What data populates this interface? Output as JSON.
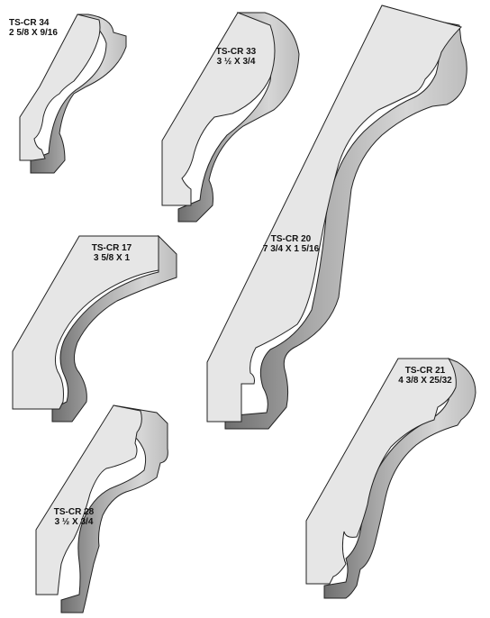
{
  "profiles": [
    {
      "id": "ts-cr-34",
      "code": "TS-CR 34",
      "size": "2 5/8 X 9/16"
    },
    {
      "id": "ts-cr-33",
      "code": "TS-CR 33",
      "size": "3 ½ X 3/4"
    },
    {
      "id": "ts-cr-20",
      "code": "TS-CR 20",
      "size": "7 3/4 X 1 5/16"
    },
    {
      "id": "ts-cr-17",
      "code": "TS-CR 17",
      "size": "3 5/8 X 1"
    },
    {
      "id": "ts-cr-28",
      "code": "TS-CR 28",
      "size": "3 ½ X 3/4"
    },
    {
      "id": "ts-cr-21",
      "code": "TS-CR 21",
      "size": "4 3/8 X 25/32"
    }
  ],
  "colors": {
    "face": "#e6e6e6",
    "edge": "#222222",
    "side_dark": "#7a7a7a",
    "side_light": "#d2d2d2",
    "top": "#c4c4c4"
  }
}
